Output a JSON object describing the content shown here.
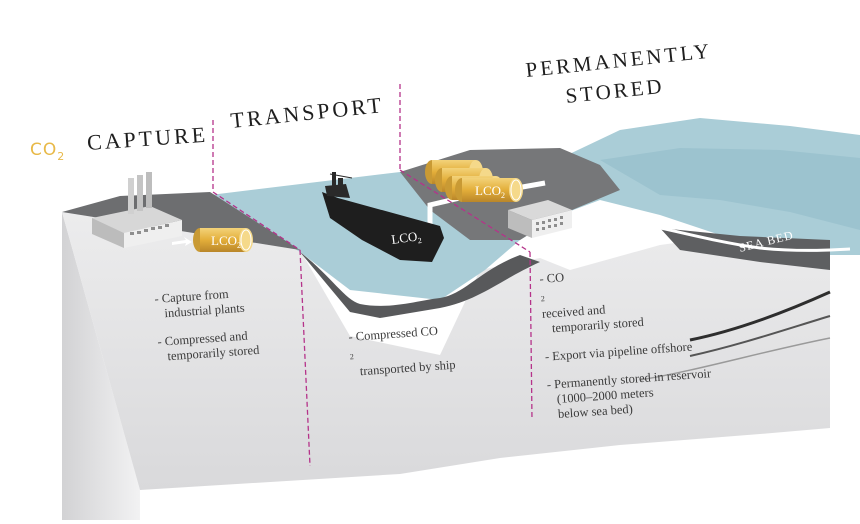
{
  "stages": {
    "capture": {
      "title": "CAPTURE",
      "prefix": "CO",
      "prefix_sub": "2",
      "notes": [
        [
          "- Capture from",
          "industrial plants"
        ],
        [
          "- Compressed and",
          "temporarily stored"
        ]
      ]
    },
    "transport": {
      "title": "TRANSPORT",
      "notes": [
        [
          "- Compressed CO",
          "2",
          "transported by ship"
        ]
      ]
    },
    "storage": {
      "title_line1": "PERMANENTLY",
      "title_line2": "STORED",
      "notes": [
        [
          "- CO",
          "2",
          " received and",
          "temporarily stored"
        ],
        [
          "- Export via pipeline offshore"
        ],
        [
          "- Permanently stored in reservoir",
          "(1000–2000 meters",
          "below sea bed)"
        ]
      ]
    }
  },
  "labels": {
    "lco2": "LCO",
    "lco2_sub": "2",
    "sea_bed": "SEA BED"
  },
  "colors": {
    "sea": "#aacdd7",
    "sea_dark": "#8fbac7",
    "top_surface": "#6d6e70",
    "front_face": "#e2e2e3",
    "side_face": "#c9c9cb",
    "divider": "#b5338a",
    "tank": "#e8b948"
  }
}
